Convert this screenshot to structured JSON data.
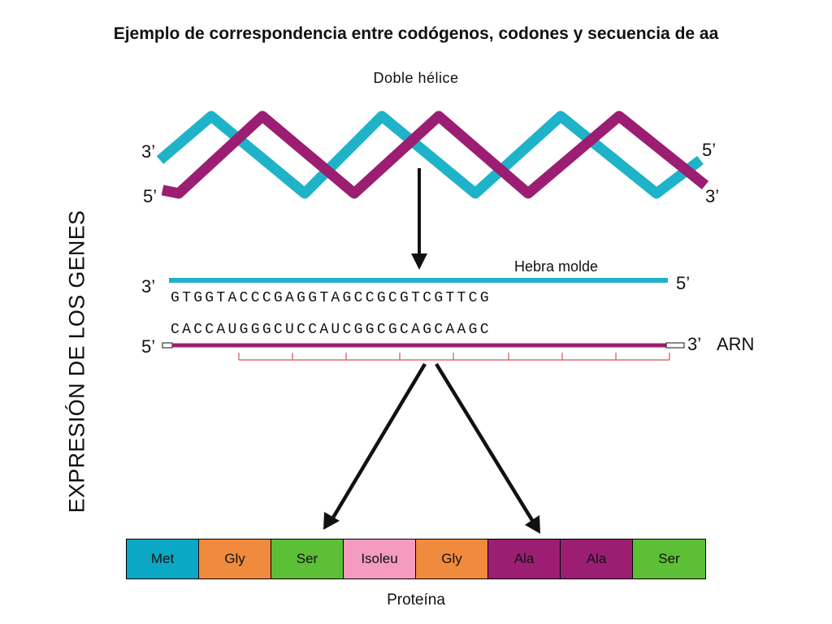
{
  "title": "Ejemplo de correspondencia entre codógenos, codones y secuencia de aa",
  "helix": {
    "label": "Doble hélice",
    "left_top": "3’",
    "left_bottom": "5’",
    "right_top": "5’",
    "right_bottom": "3’"
  },
  "side_label": "EXPRESIÓN DE LOS GENES",
  "template_strand": {
    "label": "Hebra molde",
    "left_end": "3’",
    "right_end": "5’",
    "sequence": "GTGGTACCCGAGGTAGCCGCGTCGTTCG"
  },
  "rna_strand": {
    "sequence": "CACCAUGGGCUCCAUCGGCGCAGCAAGC",
    "left_end": "5’",
    "right_end": "3’",
    "label": "ARN"
  },
  "protein": {
    "label": "Proteína",
    "amino_acids": [
      {
        "name": "Met",
        "color": "#0aa8c4"
      },
      {
        "name": "Gly",
        "color": "#f08a3c"
      },
      {
        "name": "Ser",
        "color": "#5cbf35"
      },
      {
        "name": "Isoleu",
        "color": "#f59ac0"
      },
      {
        "name": "Gly",
        "color": "#f08a3c"
      },
      {
        "name": "Ala",
        "color": "#9b1e72"
      },
      {
        "name": "Ala",
        "color": "#9b1e72"
      },
      {
        "name": "Ser",
        "color": "#5cbf35"
      }
    ]
  },
  "colors": {
    "strand_cyan": "#1fb3c9",
    "strand_purple": "#9b1e72",
    "codon_marks": "#e05050"
  }
}
